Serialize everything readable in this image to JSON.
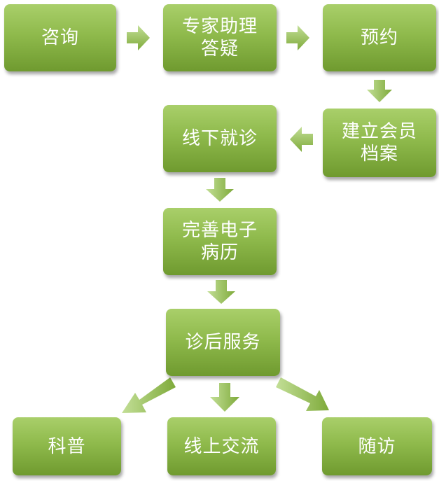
{
  "nodes": {
    "consult": "咨询",
    "expert_qa": "专家助理\n答疑",
    "appointment": "预约",
    "create_profile": "建立会员\n档案",
    "offline_visit": "线下就诊",
    "emr": "完善电子\n病历",
    "post_visit": "诊后服务",
    "science": "科普",
    "online_exchange": "线上交流",
    "follow_up": "随访"
  },
  "colors": {
    "box_top": "#a9cf6a",
    "box_mid": "#8fba4c",
    "box_bottom": "#6f9a2f",
    "arrow_light": "#b9d985",
    "arrow_dark": "#7eaa3a",
    "text": "#ffffff"
  }
}
